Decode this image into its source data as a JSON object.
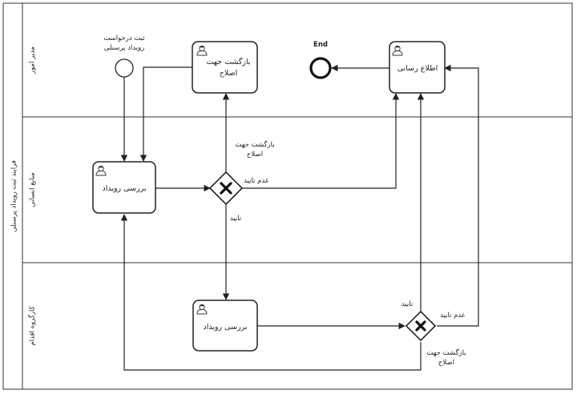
{
  "pool": {
    "label": "فرایند ثبت رویداد پرسنلی"
  },
  "lanes": [
    {
      "id": "lane1",
      "label": "مدیر امور"
    },
    {
      "id": "lane2",
      "label": "منابع انسانی"
    },
    {
      "id": "lane3",
      "label": "کارگروه اقدام"
    }
  ],
  "start_event": {
    "label_line1": "ثبت درخواست",
    "label_line2": "رویداد پرسنلی"
  },
  "end_event": {
    "label": "End"
  },
  "tasks": {
    "return_correction": {
      "line1": "بازگشت جهت",
      "line2": "اصلاح"
    },
    "inform": {
      "label": "اطلاع رسانی"
    },
    "review_hr": {
      "label": "بررسی رویداد"
    },
    "review_committee": {
      "label": "بررسی رویداد"
    }
  },
  "flow_labels": {
    "gw1_up_line1": "بازگشت جهت",
    "gw1_up_line2": "اصلاح",
    "gw1_right": "عدم تایید",
    "gw1_down": "تایید",
    "gw2_up": "تایید",
    "gw2_right": "عدم تایید",
    "gw2_down_line1": "بازگشت جهت",
    "gw2_down_line2": "اصلاح"
  },
  "colors": {
    "stroke": "#222222",
    "background": "#ffffff"
  }
}
